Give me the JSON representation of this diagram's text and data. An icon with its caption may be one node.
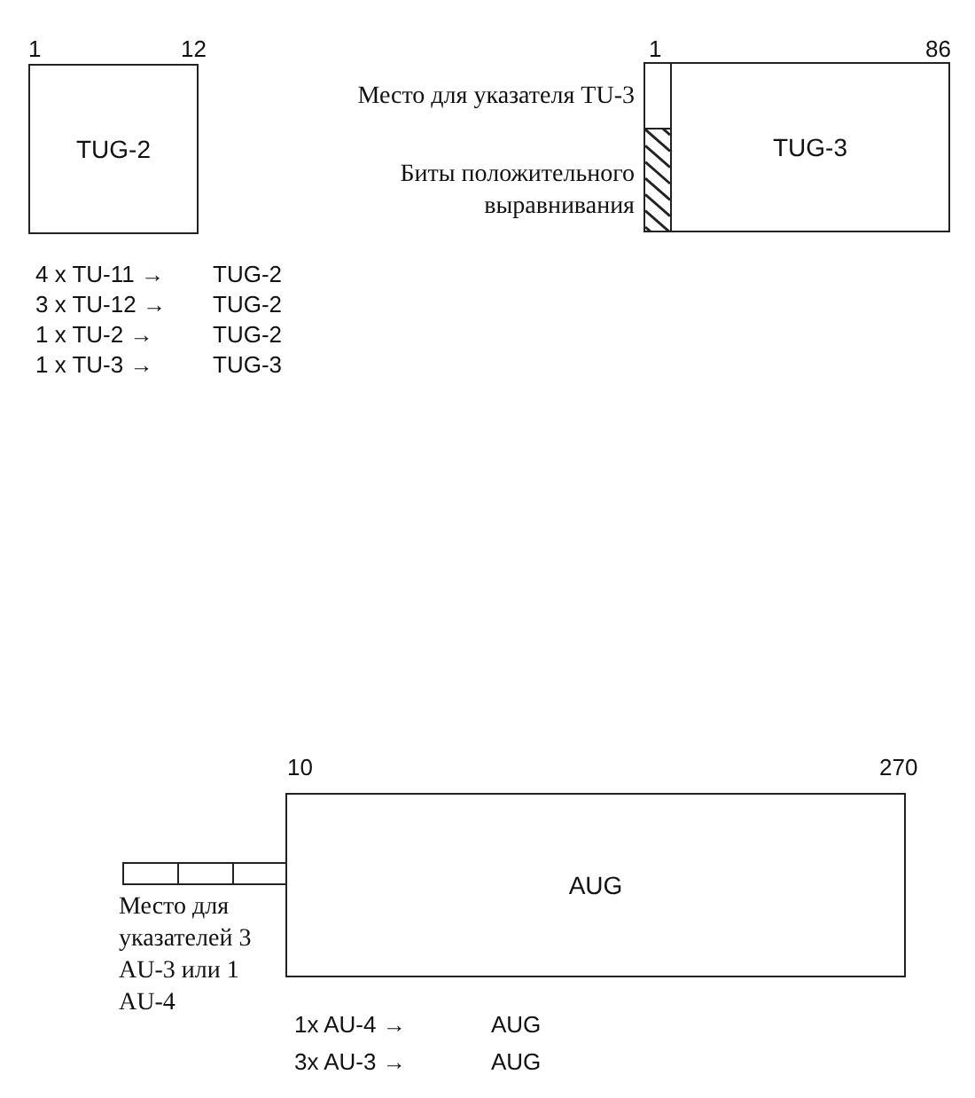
{
  "diagram": {
    "nodes": [
      {
        "text": [
          "TUG-2"
        ]
      },
      {
        "text": [],
        "shape": "box"
      },
      {
        "text": [],
        "shape": "box"
      },
      {
        "text": [
          "TUG-3"
        ]
      },
      {
        "text": [],
        "shape": "box"
      },
      {
        "text": [],
        "shape": "box"
      },
      {
        "text": [],
        "shape": "box"
      },
      {
        "text": [
          "AUG"
        ]
      }
    ],
    "labels": [
      "1",
      "12",
      "1",
      "86",
      "Место для указателя TU-3",
      "Биты положительного выравнивания",
      "4 x TU-11 →",
      "TUG-2",
      "3 x TU-12 →",
      "TUG-2",
      "1 x TU-2 →",
      "TUG-2",
      "1 x TU-3 →",
      "TUG-3",
      "10",
      "270",
      "Место для указателей 3 AU-3 или 1 AU-4",
      "1x AU-4 →",
      "AUG",
      "3x AU-3 →",
      "AUG"
    ]
  }
}
